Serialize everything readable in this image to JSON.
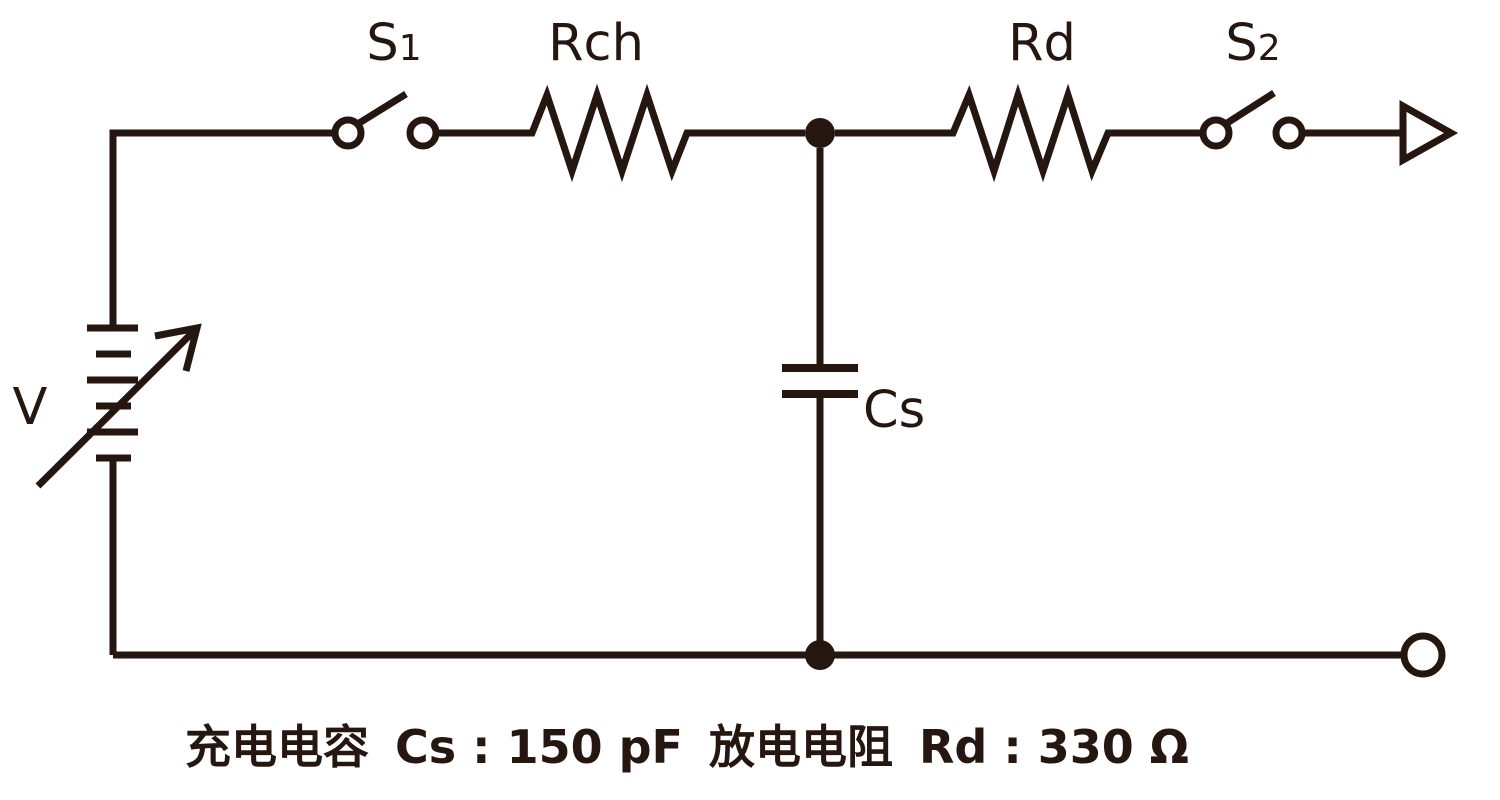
{
  "colors": {
    "ink": "#261610",
    "background": "#ffffff"
  },
  "components": {
    "source": {
      "label": "V"
    },
    "switch1": {
      "base": "S",
      "sub": "1"
    },
    "resistor_charge": {
      "label": "Rch"
    },
    "resistor_discharge": {
      "label": "Rd"
    },
    "switch2": {
      "base": "S",
      "sub": "2"
    },
    "capacitor": {
      "label": "Cs"
    }
  },
  "caption": {
    "charge_cap_name": "充电电容",
    "charge_cap_value": "Cs : 150 pF",
    "discharge_res_name": "放电电阻",
    "discharge_res_value": "Rd : 330 Ω"
  }
}
